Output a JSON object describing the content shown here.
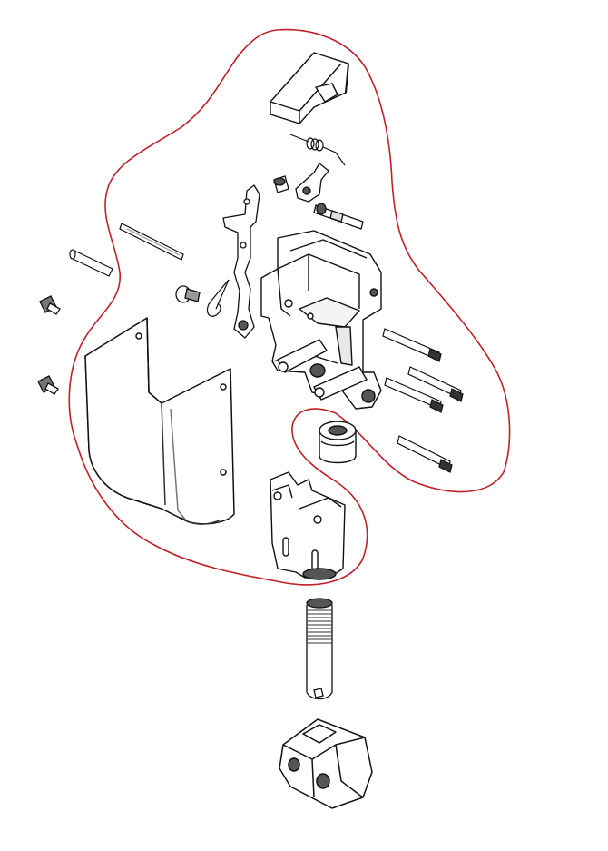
{
  "colors": {
    "background": "#ffffff",
    "line": "#111111",
    "shade": "#bdbdbd",
    "dark_shade": "#555555",
    "boundary": "#c0202a"
  },
  "diagram": {
    "type": "exploded-assembly-drawing",
    "parts": [
      "cover-cap",
      "torsion-spring",
      "latch-pawl",
      "bushing",
      "pivot-pin-short",
      "long-dowel-pin",
      "dowel-pin",
      "machine-screw-upper",
      "machine-screw-lower",
      "shoulder-screw",
      "hairpin-clip",
      "link-lever",
      "main-frame",
      "long-screw-1",
      "long-screw-2",
      "long-screw-3",
      "long-screw-4",
      "spacer-sleeve",
      "housing-shell",
      "slotted-bracket",
      "threaded-shaft",
      "mounting-block"
    ],
    "highlight": "freehand-outline"
  }
}
